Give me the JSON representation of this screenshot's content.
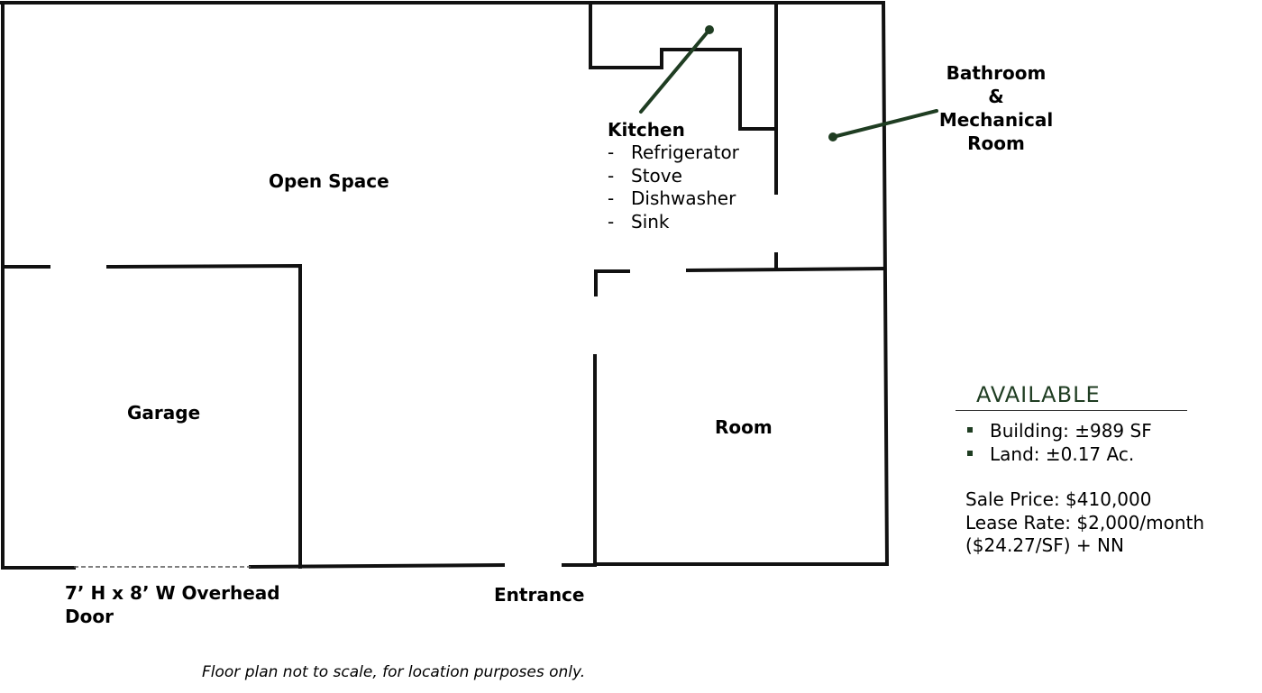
{
  "colors": {
    "accent": "#1f3d22",
    "wall": "#111111"
  },
  "rooms": {
    "open_space": "Open Space",
    "garage": "Garage",
    "room": "Room",
    "entrance": "Entrance"
  },
  "kitchen": {
    "title": "Kitchen",
    "items": [
      "Refrigerator",
      "Stove",
      "Dishwasher",
      "Sink"
    ]
  },
  "bathroom": {
    "lines": [
      "Bathroom",
      "&",
      "Mechanical",
      "Room"
    ]
  },
  "overhead_door": {
    "lines": [
      "7’ H x 8’ W Overhead",
      "Door"
    ]
  },
  "availability": {
    "title": "AVAILABLE",
    "stats": [
      "Building: ±989 SF",
      "Land: ±0.17 Ac."
    ],
    "pricing": [
      "Sale Price: $410,000",
      "Lease Rate: $2,000/month",
      "($24.27/SF) + NN"
    ]
  },
  "footnote": "Floor plan not to scale, for location purposes only."
}
